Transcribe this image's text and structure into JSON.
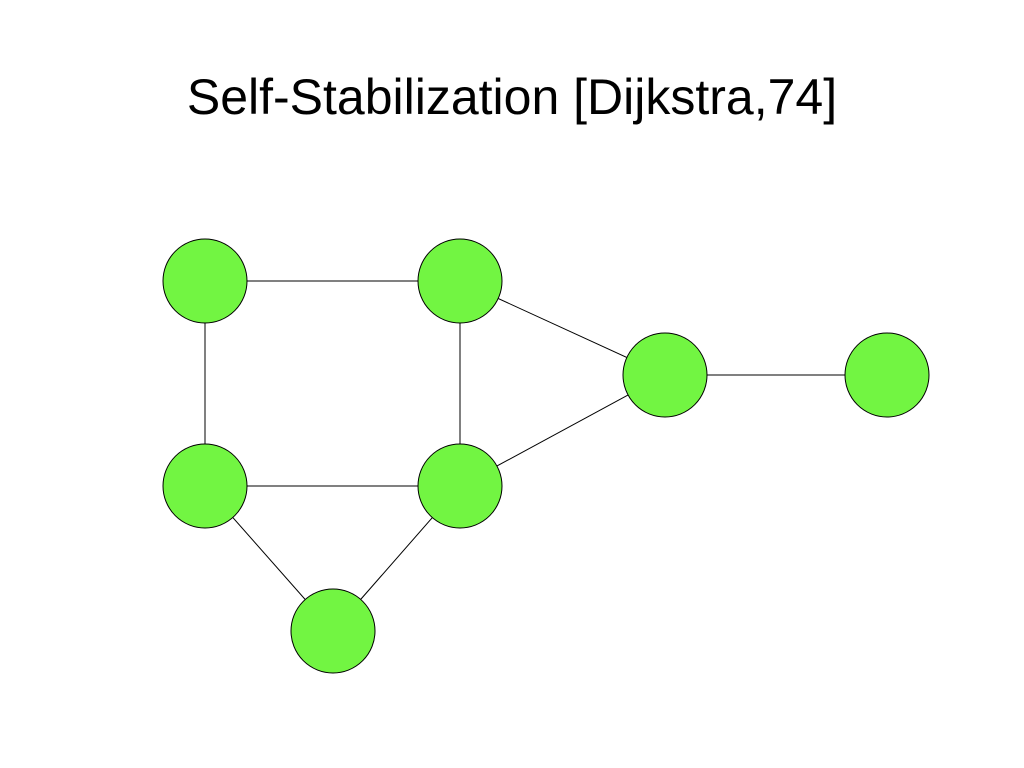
{
  "slide": {
    "title": "Self-Stabilization [Dijkstra,74]"
  },
  "diagram": {
    "node_fill": "#72f542",
    "node_stroke": "#000000",
    "edge_color": "#000000",
    "nodes": [
      {
        "id": "n1"
      },
      {
        "id": "n2"
      },
      {
        "id": "n3"
      },
      {
        "id": "n4"
      },
      {
        "id": "n5"
      },
      {
        "id": "n6"
      },
      {
        "id": "n7"
      }
    ],
    "edges": [
      {
        "from": "n1",
        "to": "n2"
      },
      {
        "from": "n1",
        "to": "n4"
      },
      {
        "from": "n2",
        "to": "n5"
      },
      {
        "from": "n2",
        "to": "n3"
      },
      {
        "from": "n3",
        "to": "n7"
      },
      {
        "from": "n3",
        "to": "n5"
      },
      {
        "from": "n4",
        "to": "n5"
      },
      {
        "from": "n4",
        "to": "n6"
      },
      {
        "from": "n5",
        "to": "n6"
      }
    ]
  }
}
